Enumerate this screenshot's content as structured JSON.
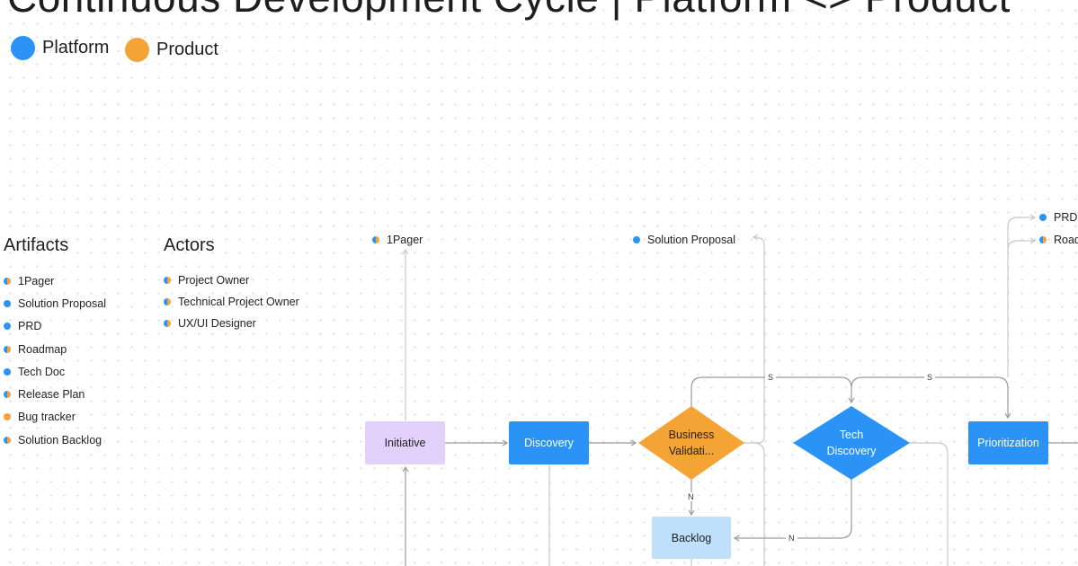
{
  "title": "Continuous Development Cycle | Platform <> Product",
  "legend": [
    {
      "label": "Platform",
      "color": "#2b93f5"
    },
    {
      "label": "Product",
      "color": "#f4a335"
    }
  ],
  "artifacts": {
    "heading": "Artifacts",
    "items": [
      {
        "label": "1Pager",
        "owner": "mixed"
      },
      {
        "label": "Solution Proposal",
        "owner": "platform"
      },
      {
        "label": "PRD",
        "owner": "platform"
      },
      {
        "label": "Roadmap",
        "owner": "mixed"
      },
      {
        "label": "Tech Doc",
        "owner": "platform"
      },
      {
        "label": "Release Plan",
        "owner": "mixed"
      },
      {
        "label": "Bug tracker",
        "owner": "product"
      },
      {
        "label": "Solution Backlog",
        "owner": "mixed"
      }
    ]
  },
  "actors": {
    "heading": "Actors",
    "items": [
      {
        "label": "Project Owner",
        "owner": "mixed"
      },
      {
        "label": "Technical Project Owner",
        "owner": "mixed"
      },
      {
        "label": "UX/UI Designer",
        "owner": "mixed"
      }
    ]
  },
  "annotations": {
    "one_pager": "1Pager",
    "solution_proposal": "Solution Proposal",
    "prd": "PRD",
    "road": "Road"
  },
  "nodes": {
    "initiative": "Initiative",
    "discovery": "Discovery",
    "business_validation": [
      "Business",
      "Validati..."
    ],
    "tech_discovery": [
      "Tech",
      "Discovery"
    ],
    "prioritization": "Prioritization",
    "backlog": "Backlog"
  },
  "edge_labels": {
    "s1": "S",
    "s2": "S",
    "n1": "N",
    "n2": "N"
  },
  "colors": {
    "platform": "#2b93f5",
    "product": "#f4a335",
    "initiative_fill": "#e3d1fb",
    "backlog_fill": "#bfe0fb",
    "edge": "#9a9a9a"
  }
}
